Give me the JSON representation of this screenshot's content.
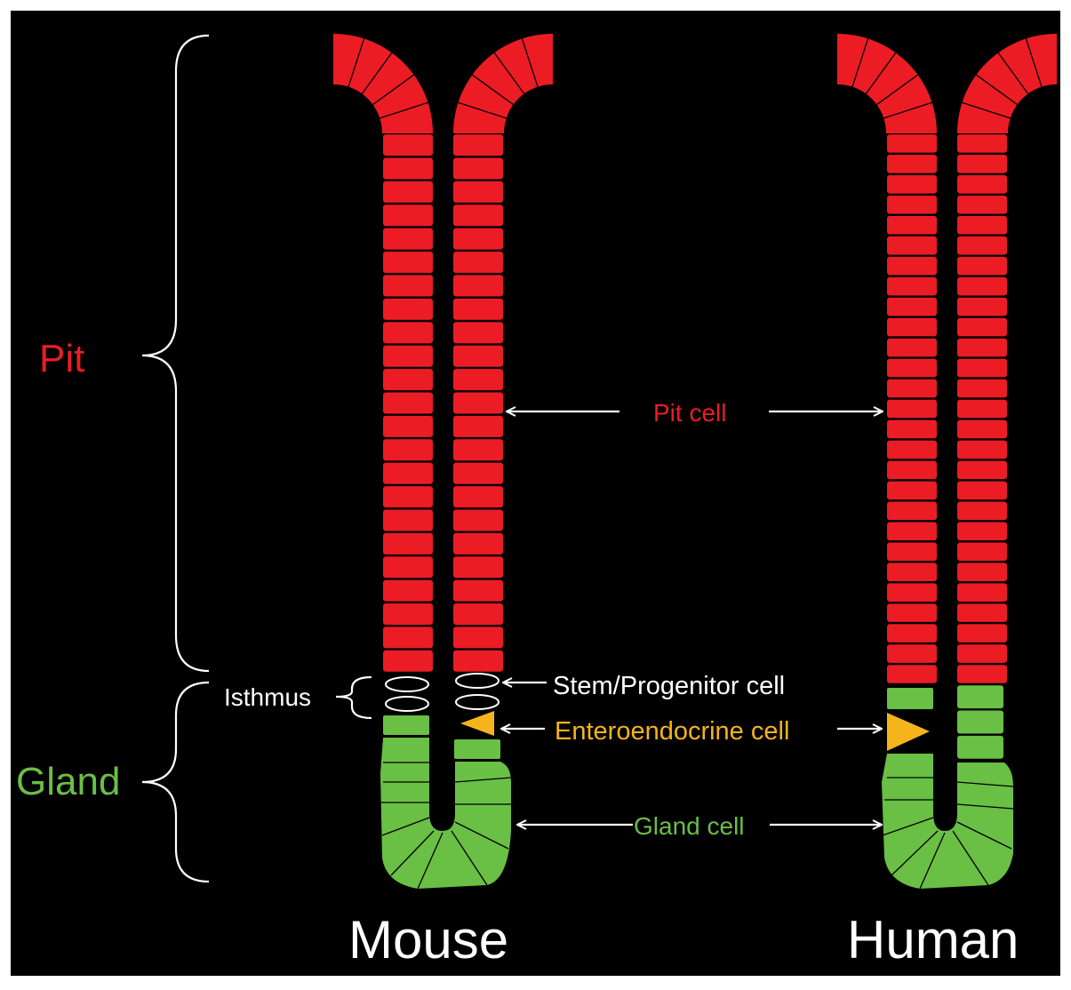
{
  "labels": {
    "pit": "Pit",
    "gland": "Gland",
    "isthmus": "Isthmus",
    "pit_cell": "Pit cell",
    "stem_cell": "Stem/Progenitor cell",
    "enteroendocrine_cell": "Enteroendocrine cell",
    "gland_cell": "Gland cell",
    "mouse": "Mouse",
    "human": "Human"
  },
  "colors": {
    "background": "#000000",
    "pit": "#ec1c24",
    "gland": "#6abf45",
    "enteroendocrine": "#f5b41b",
    "annotation": "#ffffff",
    "cell_border": "#000000"
  },
  "diagram": {
    "mouse": {
      "pit_cells_per_column": 23,
      "stem_cells_per_column": 2,
      "enteroendocrine_cells": 1
    },
    "human": {
      "pit_cells_per_column": 27,
      "gland_cells_per_column": 3,
      "enteroendocrine_cells": 1
    }
  }
}
